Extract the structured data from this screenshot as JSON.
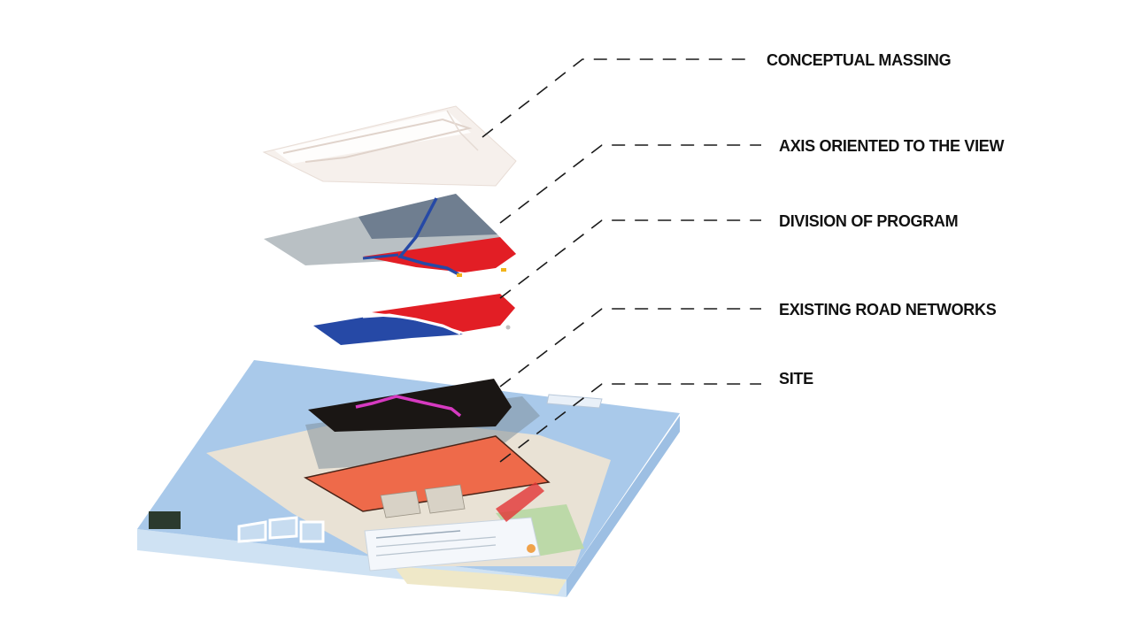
{
  "diagram": {
    "layers": [
      {
        "id": "conceptual-massing",
        "label": "CONCEPTUAL MASSING"
      },
      {
        "id": "axis",
        "label": "AXIS ORIENTED TO THE VIEW"
      },
      {
        "id": "division",
        "label": "DIVISION OF PROGRAM"
      },
      {
        "id": "roads",
        "label": "EXISTING ROAD NETWORKS"
      },
      {
        "id": "site",
        "label": "SITE"
      }
    ],
    "colors": {
      "massing": "#f6f0ec",
      "gray_layer": "#b9c0c4",
      "dark_gray": "#6f7e90",
      "red": "#e21e25",
      "blue": "#2649a6",
      "black_layer": "#1a1614",
      "magenta_road": "#d63ac1",
      "site_orange": "#ee6a4a",
      "water": "#a9c9ea"
    }
  }
}
